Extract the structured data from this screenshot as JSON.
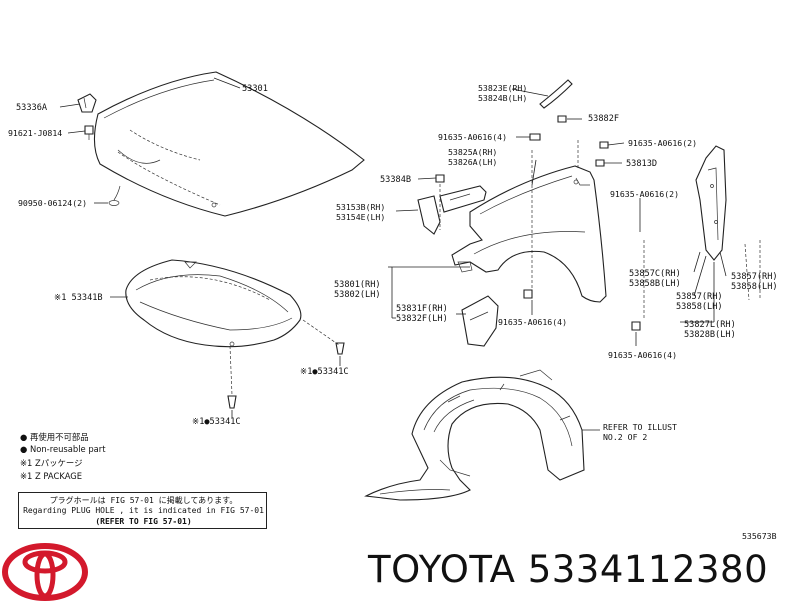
{
  "labels": {
    "l53336A": "53336A",
    "l91621": "91621-J0814",
    "l53301": "53301",
    "l90950": "90950-06124(2)",
    "l53341B": "※1 53341B",
    "l53341C_a": "※1●53341C",
    "l53341C_b": "※1●53341C",
    "l53823E": "53823E(RH)",
    "l53824B": "53824B(LH)",
    "l53882F": "53882F",
    "l91635_4a": "91635-A0616(4)",
    "l91635_2a": "91635-A0616(2)",
    "l53825A": "53825A(RH)",
    "l53826A": "53826A(LH)",
    "l53813D": "53813D",
    "l53384B": "53384B",
    "l91635_2b": "91635-A0616(2)",
    "l53153B": "53153B(RH)",
    "l53154E": "53154E(LH)",
    "l53801": "53801(RH)",
    "l53802": "53802(LH)",
    "l53857C": "53857C(RH)",
    "l53858B_a": "53858B(LH)",
    "l53857_rh": "53857(RH)",
    "l53858_lh": "53858(LH)",
    "l53857_b": "53857(RH)",
    "l53858_b": "53858(LH)",
    "l53831F": "53831F(RH)",
    "l53832F": "53832F(LH)",
    "l91635_4b": "91635-A0616(4)",
    "l53827L": "53827L(RH)",
    "l53828B": "53828B(LH)",
    "l91635_4c": "91635-A0616(4)",
    "refer1": "REFER TO ILLUST",
    "refer2": "NO.2 OF 2",
    "code": "535673B"
  },
  "legend": {
    "jp_nonreuse": "● 再使用不可部品",
    "en_nonreuse": "● Non-reusable part",
    "jp_zpkg": "※1 Zパッケージ",
    "en_zpkg": "※1 Z PACKAGE"
  },
  "notebox": {
    "line1": "プラグホールは FIG 57-01 に掲載してあります。",
    "line2": "Regarding  PLUG  HOLE , it is indicated in  FIG  57-01",
    "line3": "(REFER TO FIG 57-01)"
  },
  "brand": {
    "name": "TOYOTA 5334112380",
    "logo_color": "#d3192c"
  }
}
